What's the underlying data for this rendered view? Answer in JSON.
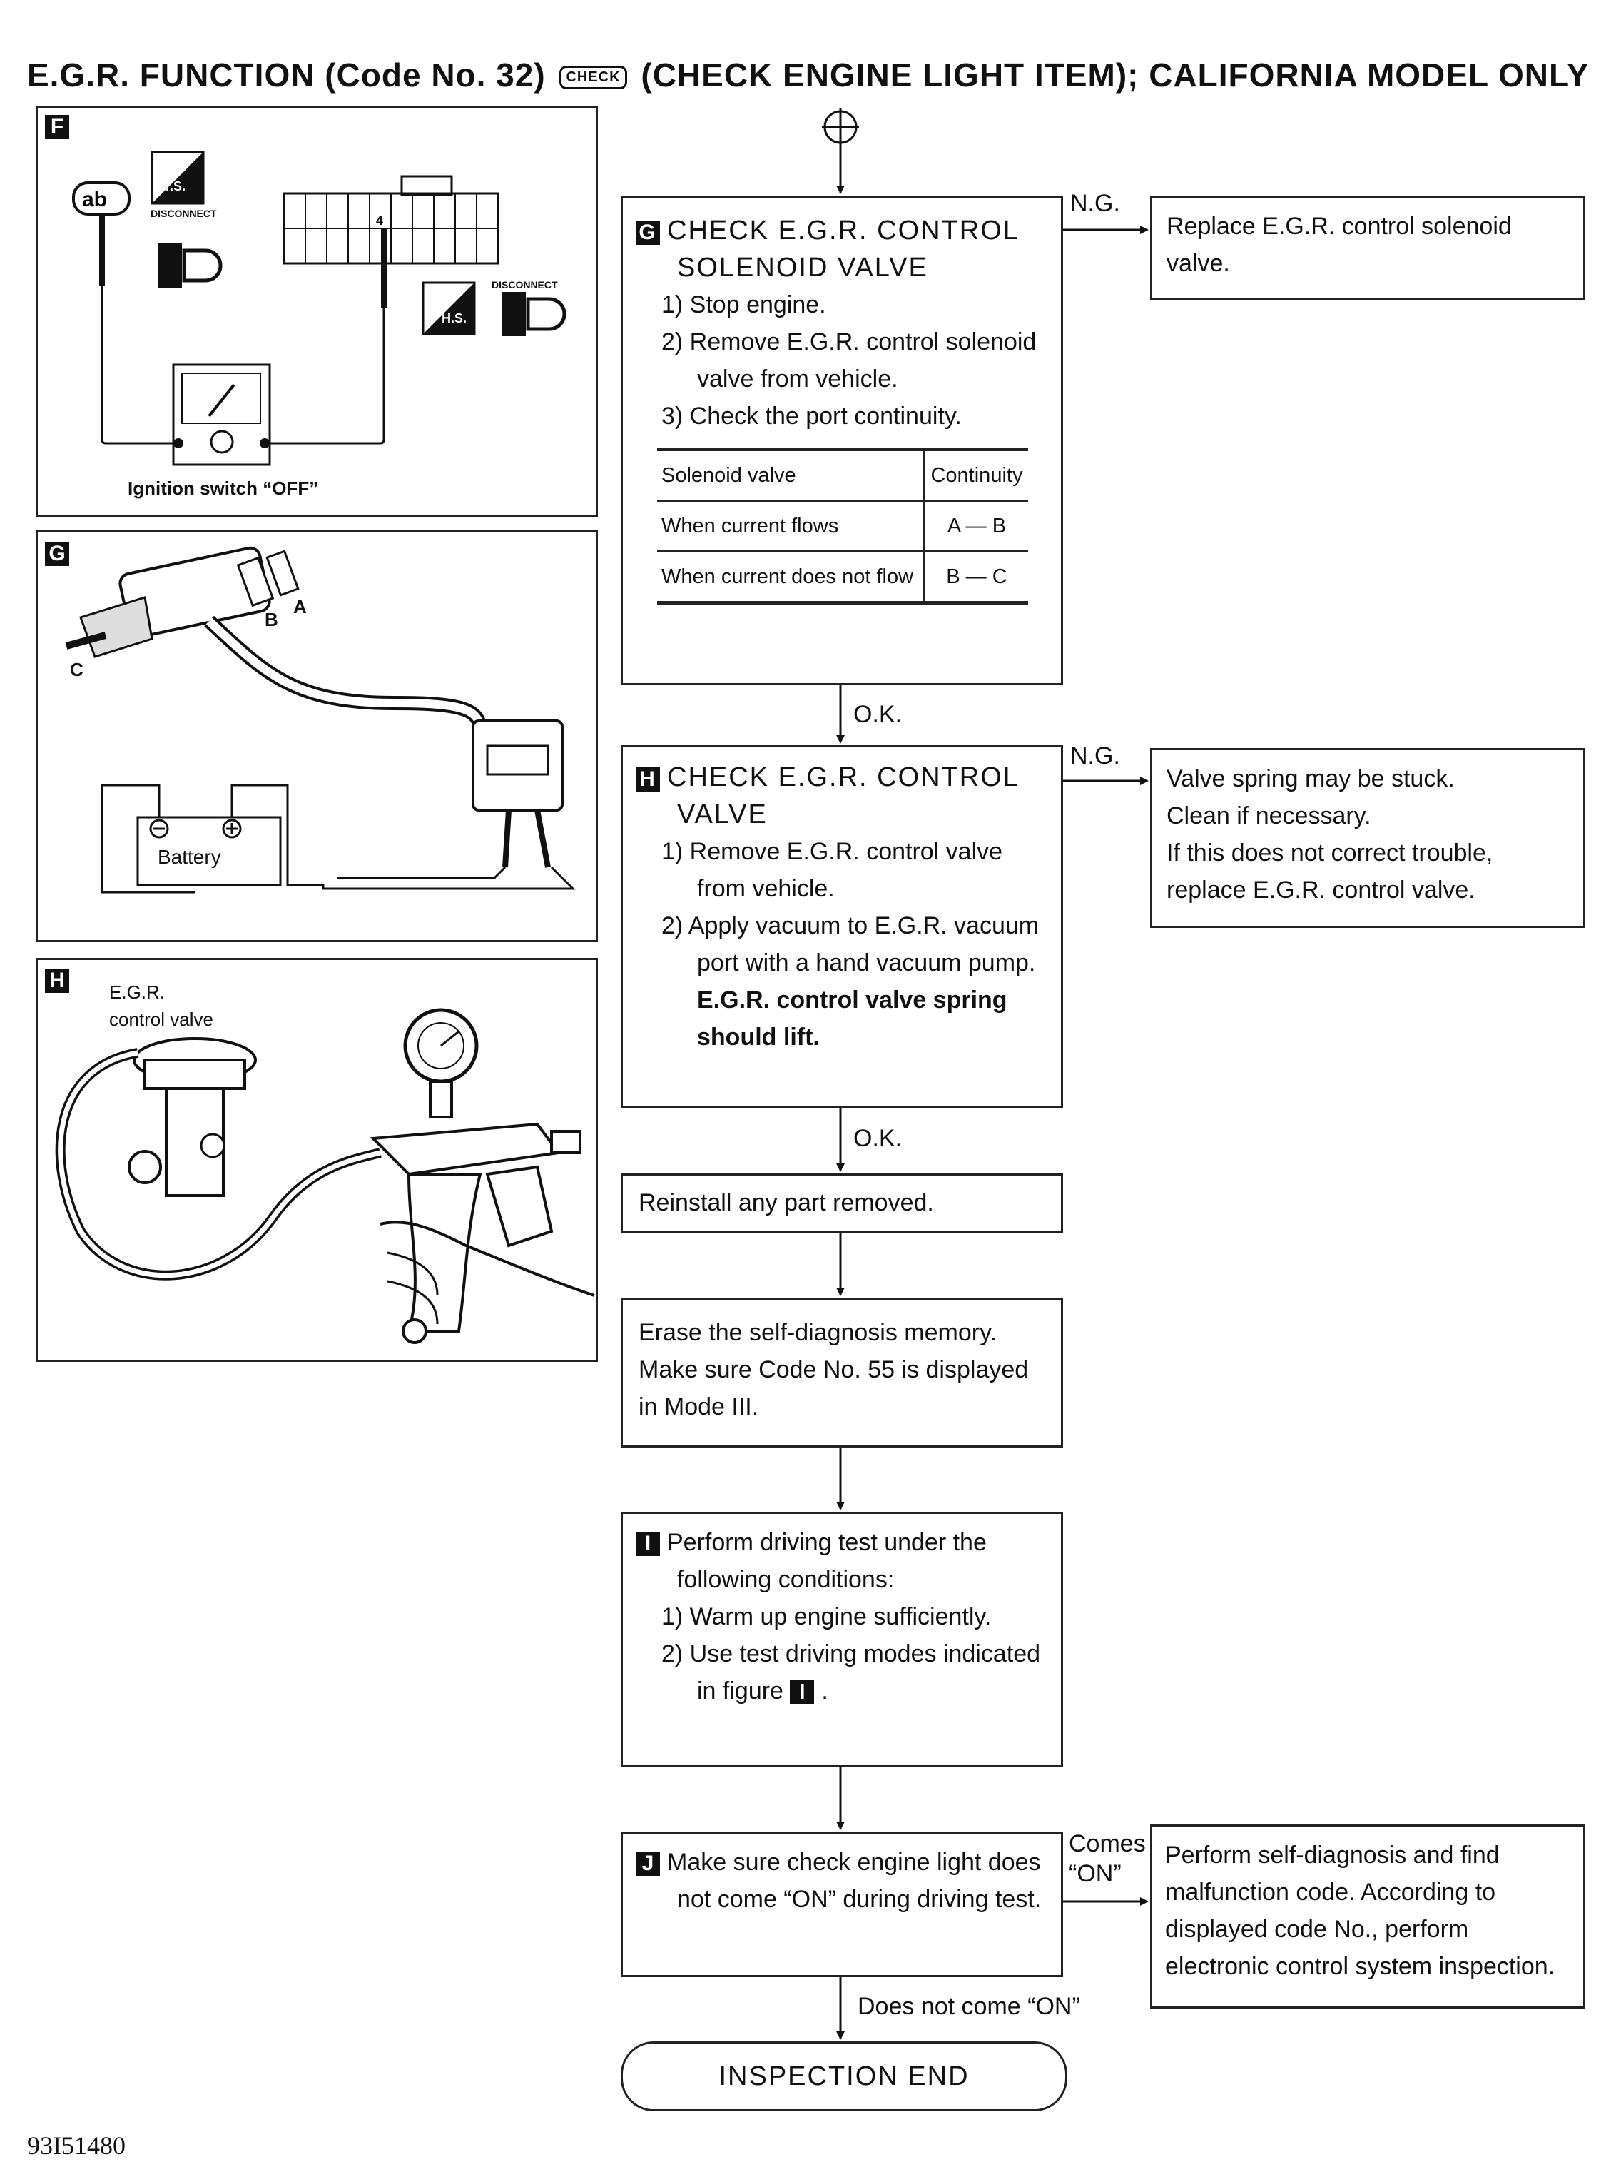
{
  "title": {
    "pre": "E.G.R.  FUNCTION  (Code No. 32)",
    "icon_text": "CHECK",
    "post": "(CHECK  ENGINE  LIGHT  ITEM);  CALIFORNIA  MODEL ONLY"
  },
  "figures": {
    "f": {
      "tag": "F",
      "ts": "T.S.",
      "hs": "H.S.",
      "disconnect": "DISCONNECT",
      "pin": "4",
      "caption": "Ignition switch “OFF”"
    },
    "g": {
      "tag": "G",
      "a": "A",
      "b": "B",
      "c": "C",
      "battery": "Battery"
    },
    "h": {
      "tag": "H",
      "line1": "E.G.R.",
      "line2": "control valve"
    }
  },
  "steps": {
    "g": {
      "tag": "G",
      "heading1": "CHECK E.G.R. CONTROL",
      "heading2": "SOLENOID VALVE",
      "items": [
        "1) Stop engine.",
        "2) Remove E.G.R. control solenoid valve from vehicle.",
        "3) Check the port continuity."
      ],
      "table": {
        "headers": [
          "Solenoid valve",
          "Continuity"
        ],
        "rows": [
          [
            "When current flows",
            "A — B"
          ],
          [
            "When current does not flow",
            "B — C"
          ]
        ]
      }
    },
    "g_ng": "Replace E.G.R. control solenoid valve.",
    "h": {
      "tag": "H",
      "heading1": "CHECK E.G.R. CONTROL",
      "heading2": "VALVE",
      "items": [
        "1) Remove E.G.R. control valve from vehicle.",
        "2) Apply vacuum to E.G.R. vacuum port with a hand vacuum pump."
      ],
      "note": "E.G.R. control valve spring should lift."
    },
    "h_ng": {
      "l1": "Valve spring may be stuck.",
      "l2": "Clean if necessary.",
      "l3": "If this does not correct trouble, replace E.G.R. control valve."
    },
    "reinstall": "Reinstall any part removed.",
    "erase": "Erase the self-diagnosis memory. Make sure Code No. 55 is displayed in Mode III.",
    "i": {
      "tag": "I",
      "heading": "Perform driving test under the following conditions:",
      "items": [
        "1) Warm up engine sufficiently.",
        "2) Use test driving modes indicated in figure"
      ]
    },
    "j": {
      "tag": "J",
      "text": "Make sure check engine light does not come “ON” during driving test."
    },
    "j_comes": "Perform self-diagnosis and find malfunction code. According to displayed code No., perform electronic control system inspection."
  },
  "labels": {
    "ng": "N.G.",
    "ok": "O.K.",
    "comes1": "Comes",
    "comes2": "“ON”",
    "does_not": "Does not come “ON”"
  },
  "end": "INSPECTION END",
  "code": "93I51480"
}
